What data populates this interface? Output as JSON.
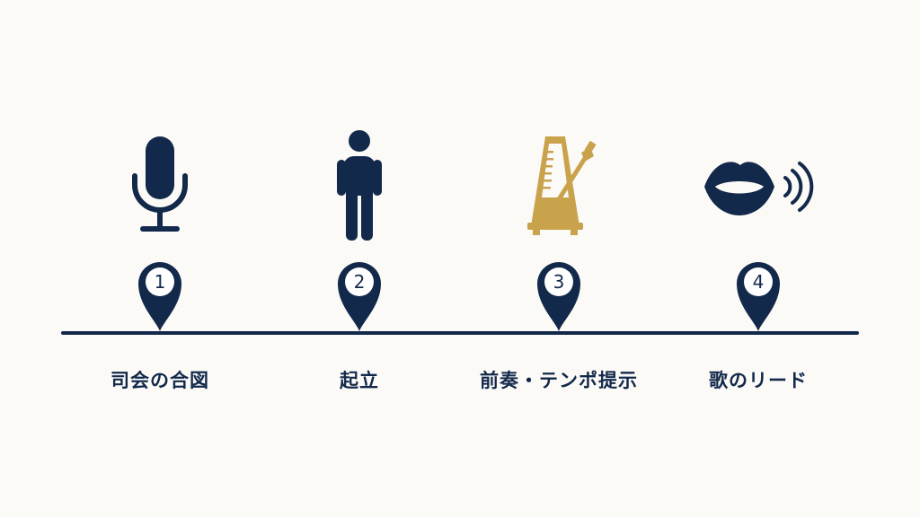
{
  "colors": {
    "navy": "#13294b",
    "gold": "#c9a24c",
    "background": "#fbfaf7"
  },
  "steps": [
    {
      "number": "1",
      "label": "司会の合図",
      "icon": "microphone-icon"
    },
    {
      "number": "2",
      "label": "起立",
      "icon": "standing-person-icon"
    },
    {
      "number": "3",
      "label": "前奏・テンポ提示",
      "icon": "metronome-icon"
    },
    {
      "number": "4",
      "label": "歌のリード",
      "icon": "singing-mouth-icon"
    }
  ]
}
